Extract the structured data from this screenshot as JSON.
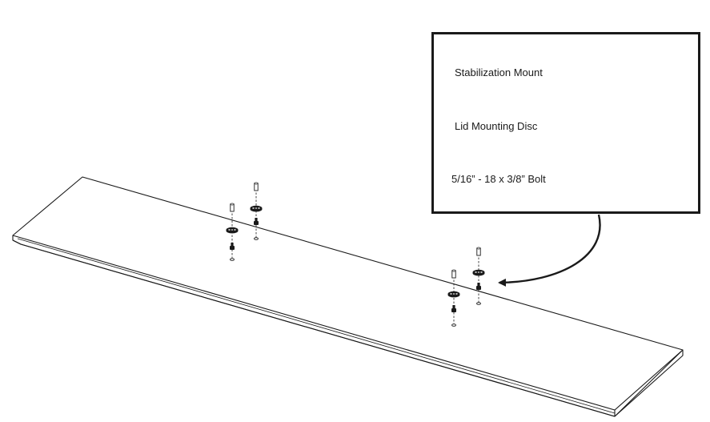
{
  "legend": {
    "items": [
      {
        "label": "Stabilization Mount",
        "icon": "stabilization-mount-icon"
      },
      {
        "label": "Lid Mounting Disc",
        "icon": "lid-mounting-disc-icon"
      },
      {
        "label": "5/16” - 18 x 3/8” Bolt",
        "icon": "bolt-icon"
      }
    ]
  },
  "colors": {
    "line": "#1a1a1a",
    "background": "#ffffff"
  }
}
